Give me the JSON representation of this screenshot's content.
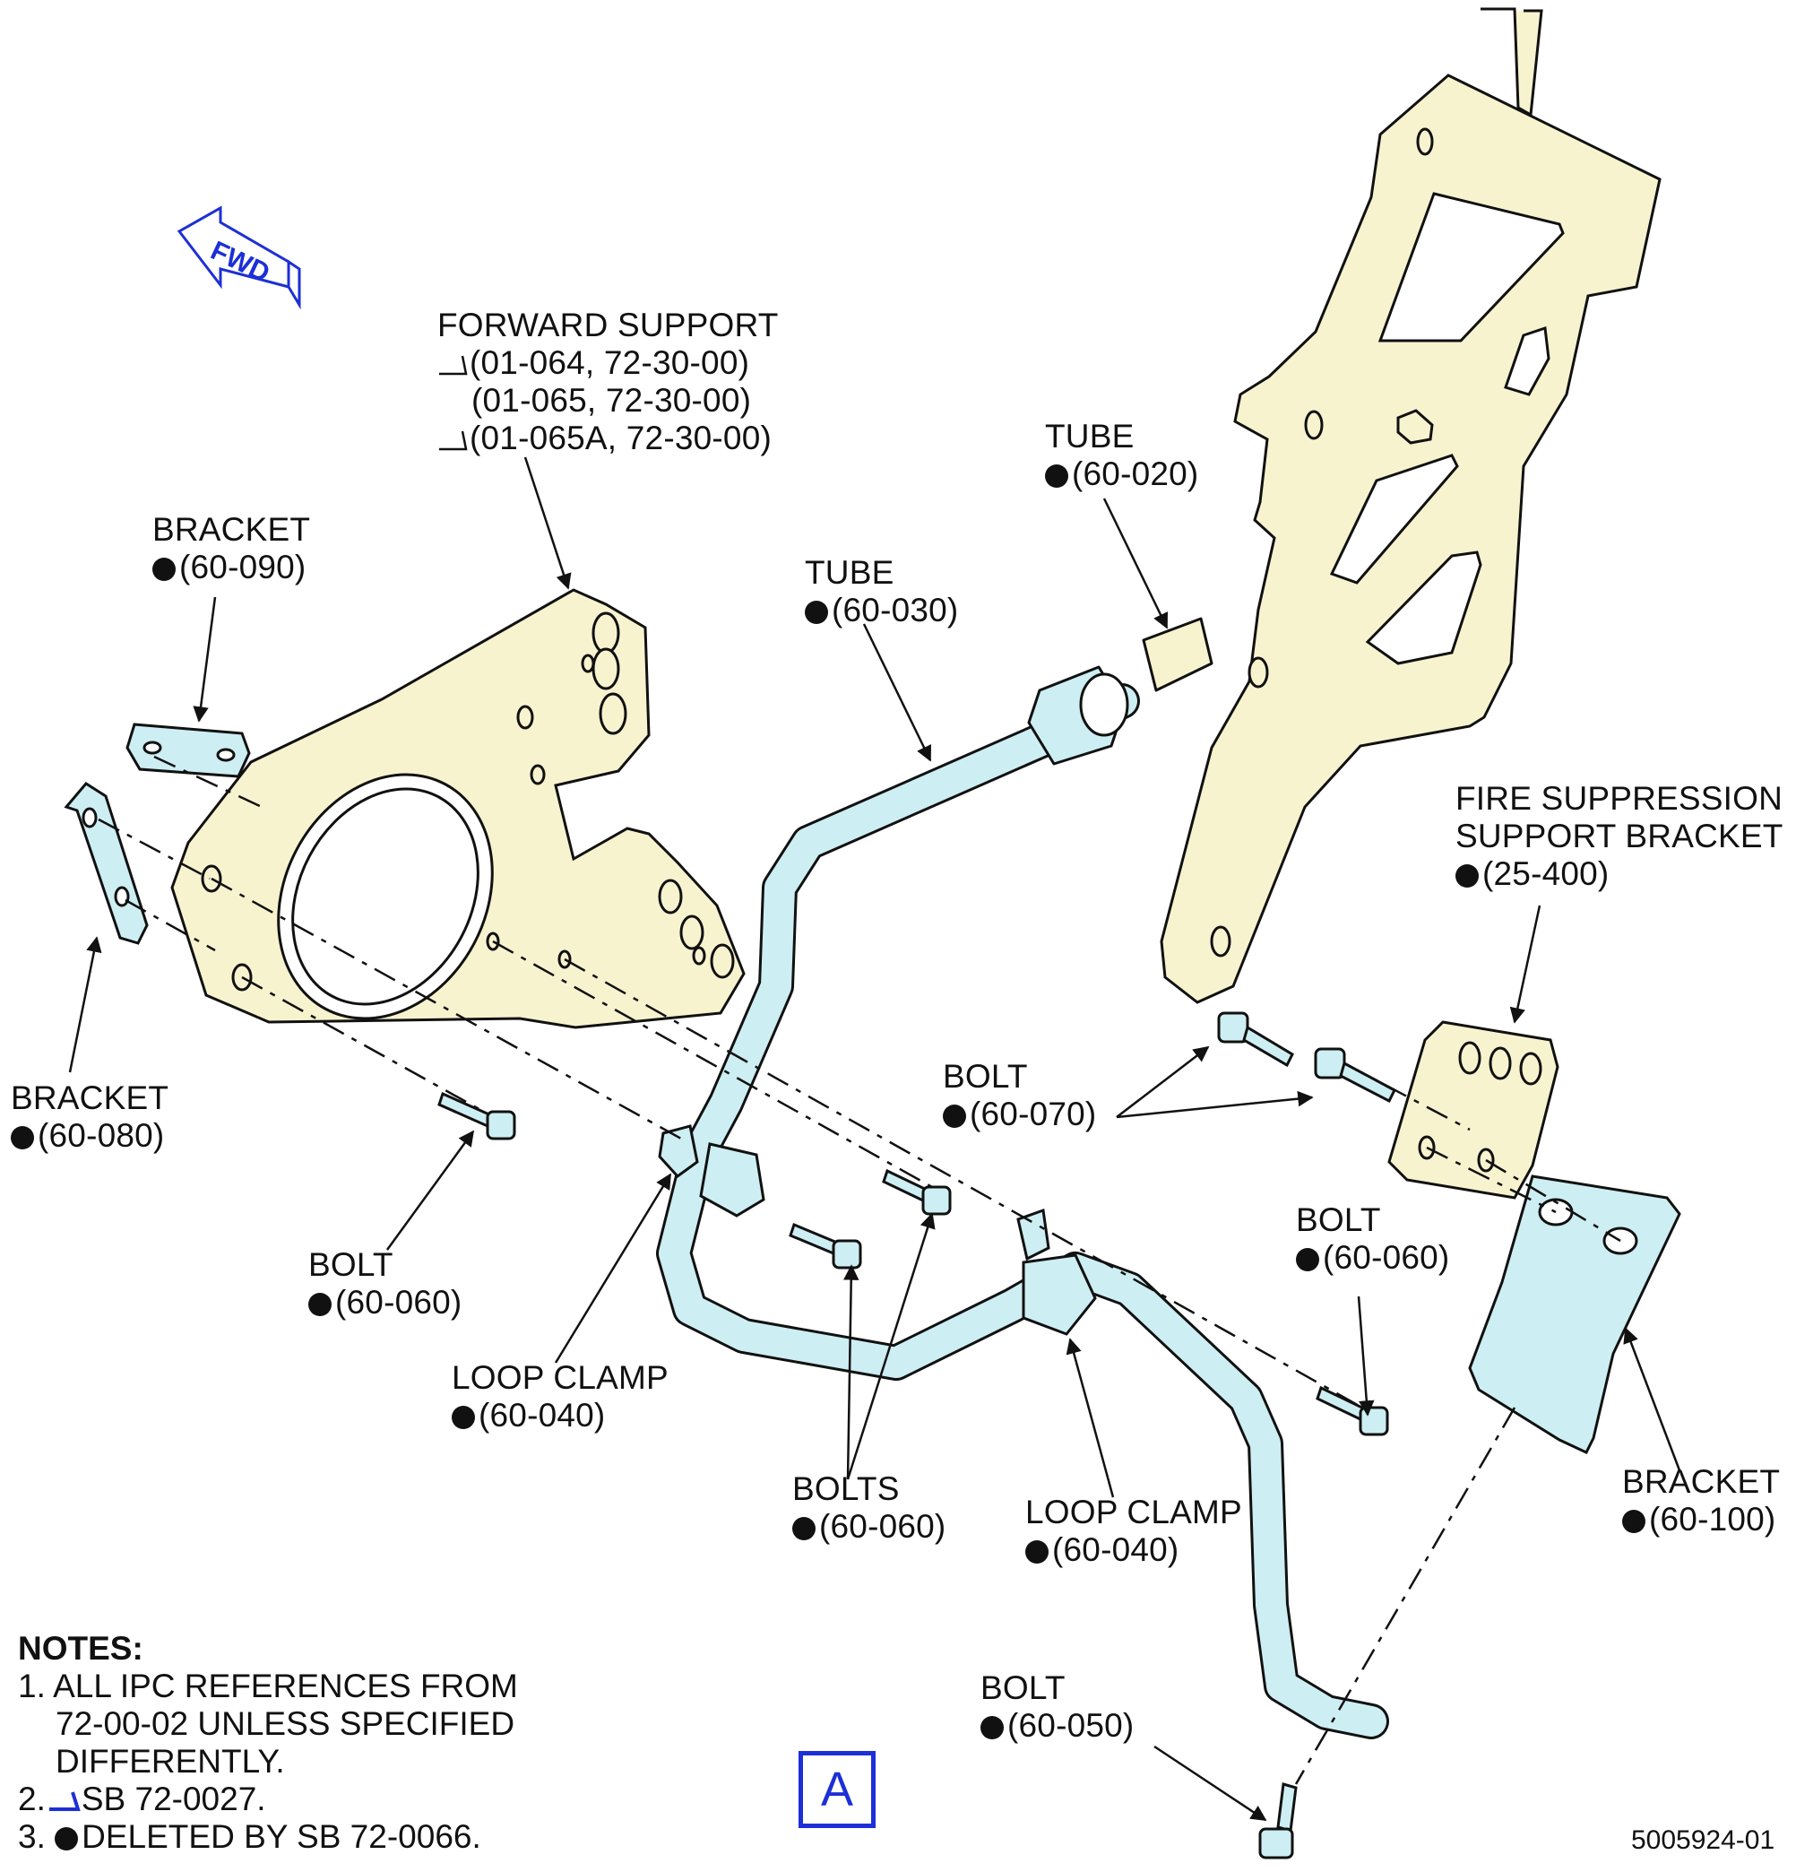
{
  "fwd_indicator": {
    "label": "FWD",
    "color": "#1d2fd6"
  },
  "colors": {
    "part_yellow": "#f8f3cf",
    "tube_blue": "#cdeef2",
    "line": "#111111",
    "accent_blue": "#1d2fd6"
  },
  "callouts": {
    "forward_support": {
      "title": "FORWARD SUPPORT",
      "refs": [
        "(01-064, 72-30-00)",
        "(01-065, 72-30-00)",
        "(01-065A, 72-30-00)"
      ]
    },
    "bracket_090": {
      "title": "BRACKET",
      "ref": "(60-090)"
    },
    "bracket_080": {
      "title": "BRACKET",
      "ref": "(60-080)"
    },
    "tube_030": {
      "title": "TUBE",
      "ref": "(60-030)"
    },
    "tube_020": {
      "title": "TUBE",
      "ref": "(60-020)"
    },
    "fire_suppression": {
      "title_line1": "FIRE SUPPRESSION",
      "title_line2": "SUPPORT BRACKET",
      "ref": "(25-400)"
    },
    "bolt_070": {
      "title": "BOLT",
      "ref": "(60-070)"
    },
    "bolt_060_left": {
      "title": "BOLT",
      "ref": "(60-060)"
    },
    "bolt_060_right": {
      "title": "BOLT",
      "ref": "(60-060)"
    },
    "loop_clamp_left": {
      "title": "LOOP CLAMP",
      "ref": "(60-040)"
    },
    "loop_clamp_right": {
      "title": "LOOP CLAMP",
      "ref": "(60-040)"
    },
    "bolts_060": {
      "title": "BOLTS",
      "ref": "(60-060)"
    },
    "bracket_100": {
      "title": "BRACKET",
      "ref": "(60-100)"
    },
    "bolt_050": {
      "title": "BOLT",
      "ref": "(60-050)"
    }
  },
  "notes": {
    "heading": "NOTES:",
    "note1_line1": "1. ALL IPC REFERENCES FROM",
    "note1_line2": "72-00-02 UNLESS SPECIFIED",
    "note1_line3": "DIFFERENTLY.",
    "note2_prefix": "2.",
    "note2_text": "SB 72-0027.",
    "note3_prefix": "3.",
    "note3_text": "DELETED BY SB 72-0066."
  },
  "detail_label": "A",
  "drawing_number": "5005924-01"
}
